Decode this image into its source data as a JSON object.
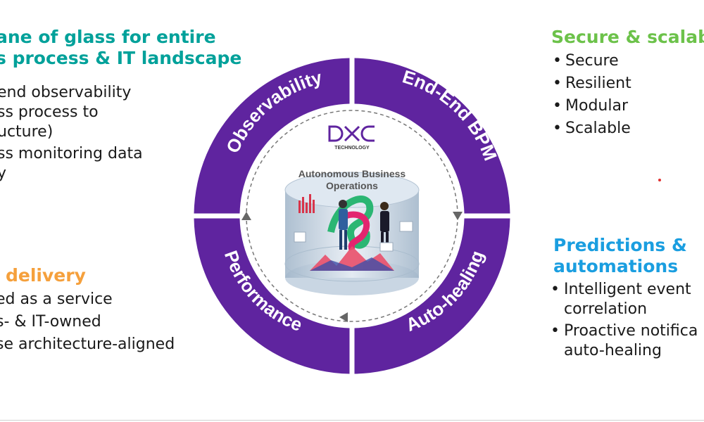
{
  "left_top": {
    "heading_line1": "ane of glass for entire",
    "heading_line2": "s process & IT landscape",
    "lines": [
      "end observability",
      "ss process to",
      "ucture)",
      "ss monitoring data",
      "y"
    ]
  },
  "left_bottom": {
    "heading": "delivery",
    "lines": [
      "ed as a service",
      "s- & IT-owned",
      "se architecture-aligned"
    ]
  },
  "right_top": {
    "heading": "Secure & scalab",
    "items": [
      "Secure",
      "Resilient",
      "Modular",
      "Scalable"
    ]
  },
  "right_bottom": {
    "heading_line1": "Predictions &",
    "heading_line2": "automations",
    "items": [
      {
        "line1": "Intelligent event",
        "line2": "correlation"
      },
      {
        "line1": "Proactive notifica",
        "line2": "auto-healing"
      }
    ]
  },
  "wheel": {
    "segments": [
      "Observability",
      "End-End BPM",
      "Auto-healing",
      "Performance"
    ],
    "segment_color": "#5f249f"
  },
  "center": {
    "logo_text": "DXC",
    "logo_sub": "TECHNOLOGY",
    "title_line1": "Autonomous Business",
    "title_line2": "Operations"
  },
  "colors": {
    "teal": "#00a19a",
    "green": "#6cc24a",
    "orange": "#f5a03c",
    "blue": "#1a9ee0",
    "purple": "#5f249f"
  }
}
